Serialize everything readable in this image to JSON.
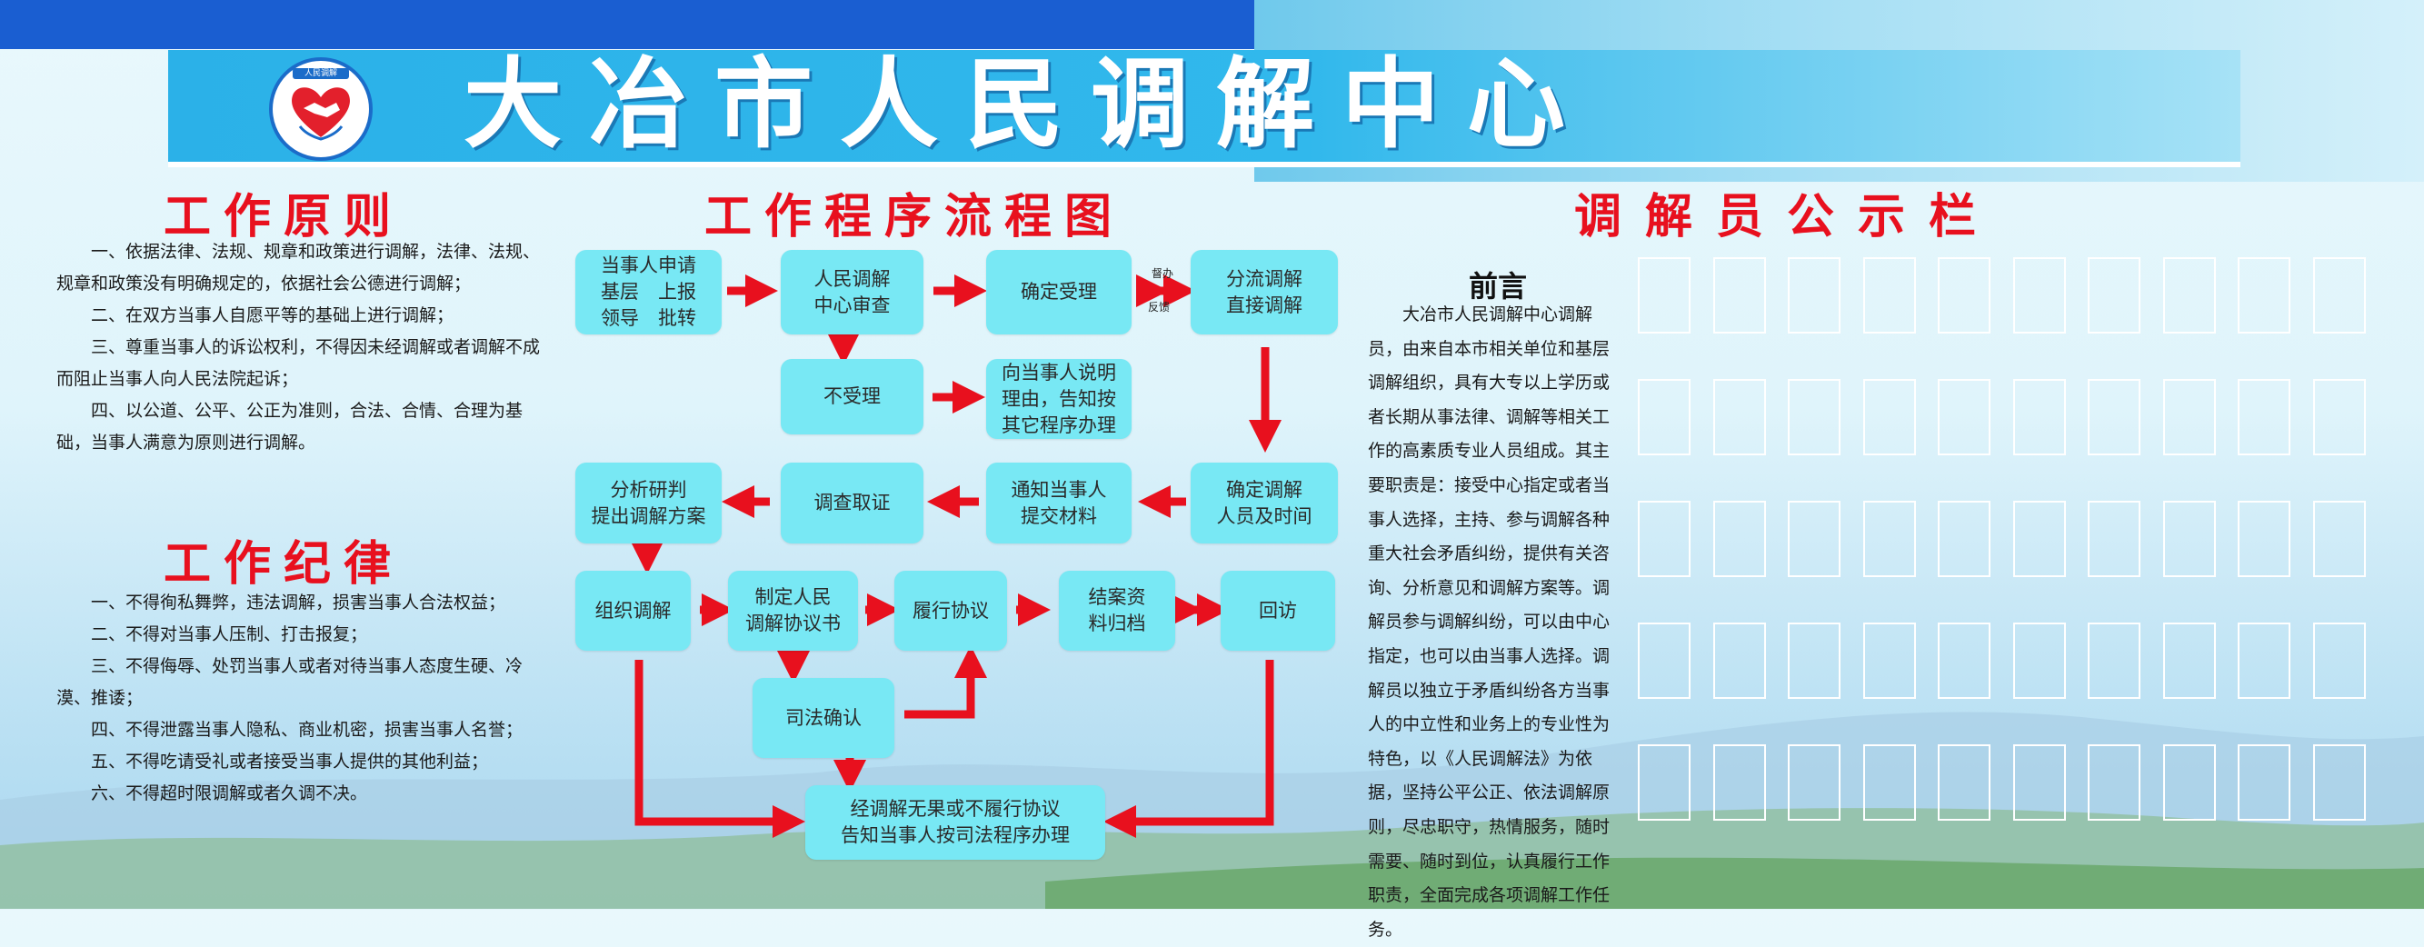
{
  "title": "大冶市人民调解中心",
  "logo_text": "人民调解",
  "principles": {
    "title": "工作原则",
    "items": [
      "一、依据法律、法规、规章和政策进行调解，法律、法规、规章和政策没有明确规定的，依据社会公德进行调解；",
      "二、在双方当事人自愿平等的基础上进行调解；",
      "三、尊重当事人的诉讼权利，不得因未经调解或者调解不成而阻止当事人向人民法院起诉；",
      "四、以公道、公平、公正为准则，合法、合情、合理为基础，当事人满意为原则进行调解。"
    ]
  },
  "discipline": {
    "title": "工作纪律",
    "items": [
      "一、不得徇私舞弊，违法调解，损害当事人合法权益；",
      "二、不得对当事人压制、打击报复；",
      "三、不得侮辱、处罚当事人或者对待当事人态度生硬、冷漠、推诿；",
      "四、不得泄露当事人隐私、商业机密，损害当事人名誉；",
      "五、不得吃请受礼或者接受当事人提供的其他利益；",
      "六、不得超时限调解或者久调不决。"
    ]
  },
  "flow": {
    "title": "工作程序流程图",
    "boxes": {
      "apply": "当事人申请\n基层　上报\n领导　批转",
      "review": "人民调解\n中心审查",
      "accept": "确定受理",
      "divert": "分流调解\n直接调解",
      "reject": "不受理",
      "explain": "向当事人说明\n理由，告知按\n其它程序办理",
      "analyze": "分析研判\n提出调解方案",
      "investigate": "调查取证",
      "notify": "通知当事人\n提交材料",
      "assign": "确定调解\n人员及时间",
      "organize": "组织调解",
      "agreement": "制定人民\n调解协议书",
      "perform": "履行协议",
      "archive": "结案资\n料归档",
      "revisit": "回访",
      "judicial": "司法确认",
      "fail": "经调解无果或不履行协议\n告知当事人按司法程序办理"
    },
    "label_assist": "督办",
    "label_feedback": "反馈"
  },
  "mediators": {
    "title": "调解员公示栏",
    "foreword_title": "前言",
    "foreword": "大冶市人民调解中心调解员，由来自本市相关单位和基层调解组织，具有大专以上学历或者长期从事法律、调解等相关工作的高素质专业人员组成。其主要职责是：接受中心指定或者当事人选择，主持、参与调解各种重大社会矛盾纠纷，提供有关咨询、分析意见和调解方案等。调解员参与调解纠纷，可以由中心指定，也可以由当事人选择。调解员以独立于矛盾纠纷各方当事人的中立性和业务上的专业性为特色，以《人民调解法》为依据，坚持公平公正、依法调解原则，尽忠职守，热情服务，随时需要、随时到位，认真履行工作职责，全面完成各项调解工作任务。"
  },
  "colors": {
    "title_red": "#e8101e",
    "box": "#78e8f4",
    "arrow": "#e8101e",
    "banner": "#2bb1e8"
  }
}
